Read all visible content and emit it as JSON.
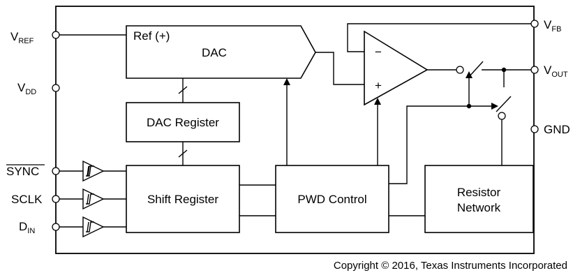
{
  "pins": {
    "vref": {
      "main": "V",
      "sub": "REF"
    },
    "vdd": {
      "main": "V",
      "sub": "DD"
    },
    "sync": "SYNC",
    "sclk": "SCLK",
    "din": {
      "main": "D",
      "sub": "IN"
    },
    "vfb": {
      "main": "V",
      "sub": "FB"
    },
    "vout": {
      "main": "V",
      "sub": "OUT"
    },
    "gnd": "GND"
  },
  "blocks": {
    "dac_ref": "Ref (+)",
    "dac": "DAC",
    "dac_register": "DAC Register",
    "shift_register": "Shift Register",
    "pwd_control": "PWD Control",
    "resistor_network_line1": "Resistor",
    "resistor_network_line2": "Network"
  },
  "amp": {
    "minus": "−",
    "plus": "+"
  },
  "copyright": "Copyright © 2016, Texas Instruments Incorporated"
}
